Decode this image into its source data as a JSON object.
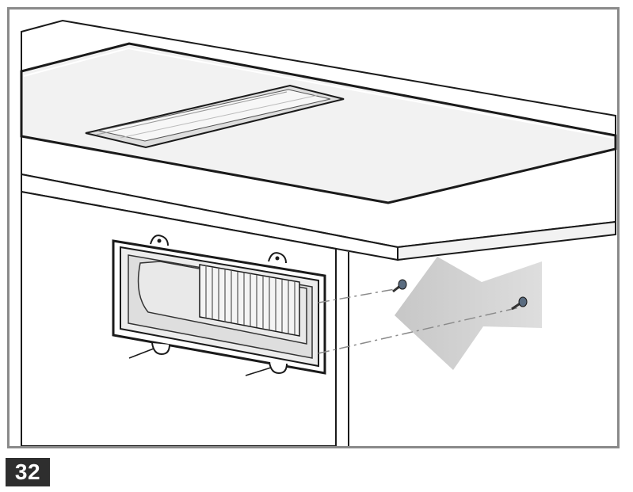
{
  "step": {
    "number": "32"
  },
  "colors": {
    "frame_border": "#8a8a8a",
    "badge_background": "#2e2e2e",
    "badge_text": "#ffffff",
    "arrow_fill": "#c9c9c9",
    "line_art": "#1a1a1a",
    "surface_light": "#f2f2f2",
    "surface_shadow": "#dcdcdc"
  },
  "illustration": {
    "parts": [
      "cooktop",
      "downdraft-vent",
      "worktop",
      "cabinet",
      "air-outlet-frame",
      "grille",
      "screws",
      "push-arrow"
    ]
  }
}
